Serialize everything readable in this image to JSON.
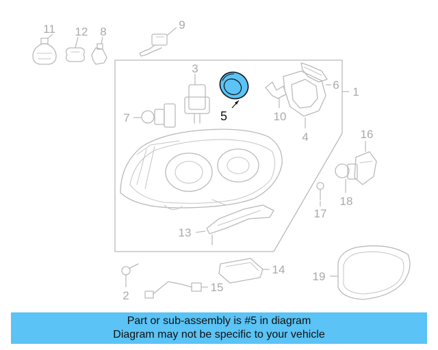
{
  "diagram": {
    "callouts": [
      "11",
      "12",
      "8",
      "9",
      "3",
      "5",
      "6",
      "1",
      "7",
      "10",
      "4",
      "16",
      "18",
      "17",
      "13",
      "2",
      "14",
      "15",
      "19"
    ],
    "highlight": {
      "part": "5",
      "color": "#5bc3f5"
    }
  },
  "banner": {
    "line1": "Part or sub-assembly is #5 in diagram",
    "line2": "Diagram may not be specific to your vehicle",
    "color": "#5bc3f5"
  }
}
